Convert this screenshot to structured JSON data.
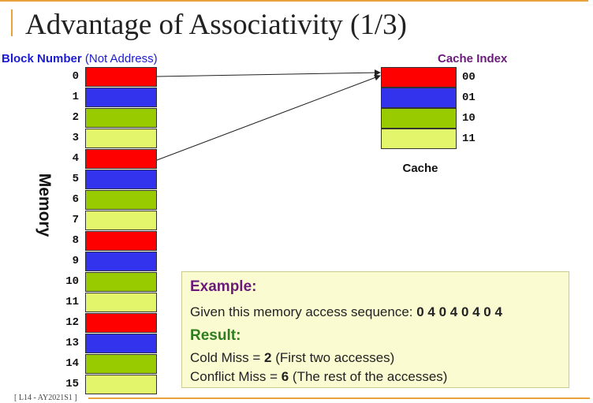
{
  "title": "Advantage of Associativity (1/3)",
  "block_number_label": "Block Number",
  "block_number_note": " (Not Address)",
  "cache_index_label": "Cache Index",
  "memory_label": "Memory",
  "cache_label": "Cache",
  "memory_blocks": [
    "0",
    "1",
    "2",
    "3",
    "4",
    "5",
    "6",
    "7",
    "8",
    "9",
    "10",
    "11",
    "12",
    "13",
    "14",
    "15"
  ],
  "cache_indices": [
    "00",
    "01",
    "10",
    "11"
  ],
  "colors": {
    "red": "#ff0000",
    "blue": "#3333ee",
    "green": "#99cc00",
    "yellow": "#e3f56b",
    "block_label_blue": "#1b1bd6",
    "purple": "#6a1b7a",
    "result_green": "#2e7d1e",
    "frame": "#e8a33d"
  },
  "example": {
    "heading": "Example:",
    "sequence_text": "Given this memory access sequence: ",
    "sequence": "0 4 0 4 0 4 0 4",
    "result_heading": "Result:",
    "cold_label": "Cold Miss = ",
    "cold_value": "2",
    "cold_note": " (First two accesses)",
    "conflict_label": "Conflict Miss = ",
    "conflict_value": "6",
    "conflict_note": " (The rest of the accesses)"
  },
  "footer": "[ L14 - AY2021S1 ]"
}
